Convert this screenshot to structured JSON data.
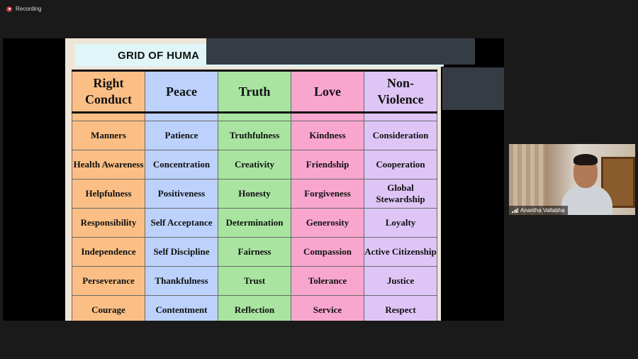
{
  "recording": {
    "label": "Recording"
  },
  "slide": {
    "title": "GRID OF HUMA",
    "headers": [
      {
        "text": "Right Conduct",
        "color": "#fbbf85"
      },
      {
        "text": "Peace",
        "color": "#bcd1fb"
      },
      {
        "text": "Truth",
        "color": "#a9e5a1"
      },
      {
        "text": "Love",
        "color": "#f9a6cf"
      },
      {
        "text": "Non-Violence",
        "color": "#dfc5f6"
      }
    ],
    "rows": [
      [
        "Manners",
        "Patience",
        "Truthfulness",
        "Kindness",
        "Consideration"
      ],
      [
        "Health Awareness",
        "Concentration",
        "Creativity",
        "Friendship",
        "Cooperation"
      ],
      [
        "Helpfulness",
        "Positiveness",
        "Honesty",
        "Forgiveness",
        "Global Stewardship"
      ],
      [
        "Responsibility",
        "Self Acceptance",
        "Determination",
        "Generosity",
        "Loyalty"
      ],
      [
        "Independence",
        "Self Discipline",
        "Fairness",
        "Compassion",
        "Active Citizenship"
      ],
      [
        "Perseverance",
        "Thankfulness",
        "Trust",
        "Tolerance",
        "Justice"
      ],
      [
        "Courage",
        "Contentment",
        "Reflection",
        "Service",
        "Respect"
      ]
    ]
  },
  "participant": {
    "name": "Anantha Vallabha",
    "icon": "signal-bars-icon"
  }
}
